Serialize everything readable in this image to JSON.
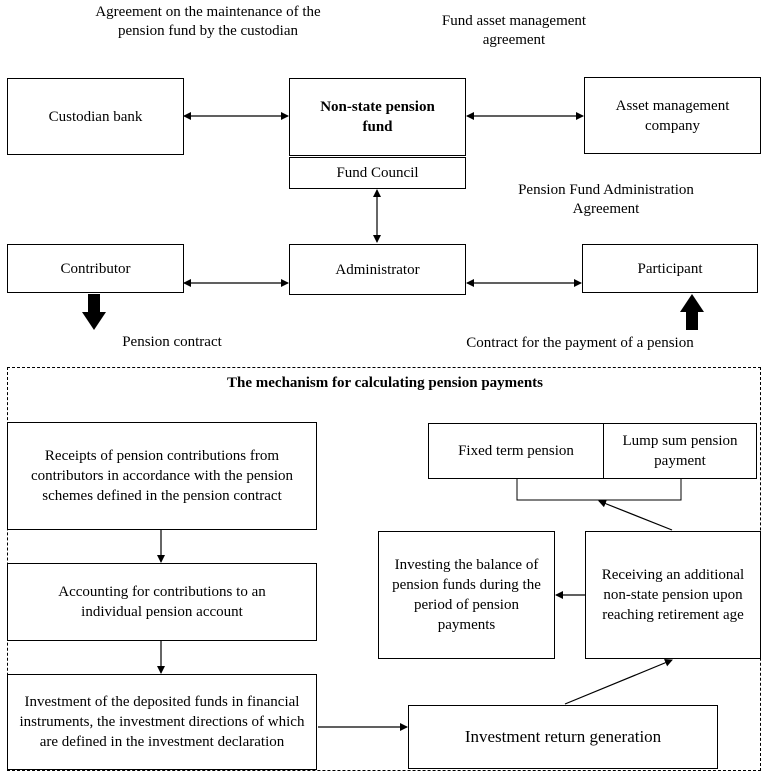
{
  "top": {
    "custodian_agreement": "Agreement on the maintenance of the pension fund by the custodian",
    "asset_agreement": "Fund asset management agreement",
    "custodian_bank": "Custodian bank",
    "npf": "Non-state pension fund",
    "asset_company": "Asset management company",
    "fund_council": "Fund Council",
    "admin_agreement": "Pension Fund Administration Agreement",
    "contributor": "Contributor",
    "administrator": "Administrator",
    "participant": "Participant",
    "pension_contract": "Pension contract",
    "payment_contract": "Contract for the payment of a pension"
  },
  "mechanism": {
    "title": "The mechanism for calculating pension payments",
    "receipts": "Receipts of pension contributions from contributors in accordance with the pension schemes defined in the pension contract",
    "accounting": "Accounting for contributions to an individual pension account",
    "investment": "Investment of the deposited funds in financial instruments, the investment directions of which are defined in the investment declaration",
    "return": "Investment return generation",
    "fixed_term": "Fixed term pension",
    "lump_sum": "Lump sum pension payment",
    "investing_balance": "Investing the balance of pension funds during the period of pension payments",
    "receiving": "Receiving an additional non-state pension upon reaching retirement age"
  }
}
